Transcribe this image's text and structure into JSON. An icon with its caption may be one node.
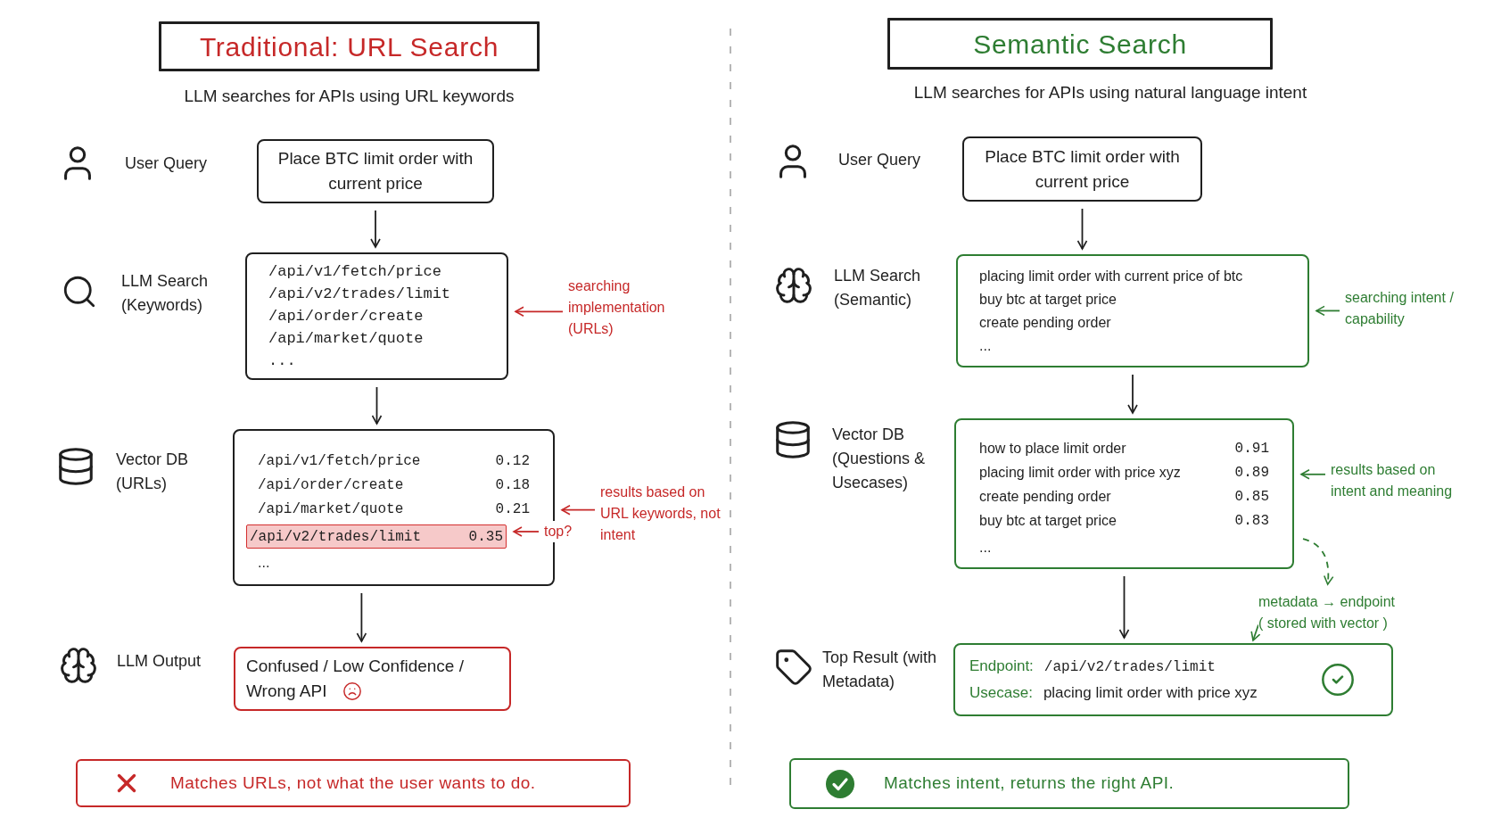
{
  "diagram": {
    "nodes": [
      {
        "text": [
          "Traditional: URL Search"
        ]
      },
      {
        "text": [
          "Place BTC limit order with current price"
        ],
        "beside": [
          "User Query"
        ]
      },
      {
        "text": [
          "/api/v1/fetch/price",
          "/api/v2/trades/limit",
          "/api/order/create",
          "/api/market/quote",
          "..."
        ],
        "beside": [
          "LLM Search (Keywords)"
        ]
      },
      {
        "text": [
          "/api/v1/fetch/price",
          "0.12",
          "/api/order/create",
          "0.18",
          "/api/market/quote",
          "0.21",
          "..."
        ],
        "beside": [
          "Vector DB (URLs)"
        ]
      },
      {
        "text": [
          "/api/v2/trades/limit",
          "0.35"
        ],
        "in": 3
      },
      {
        "text": [
          "Confused / Low Confidence / Wrong API"
        ],
        "beside": [
          "LLM Output"
        ]
      },
      {
        "text": [
          "Matches URLs, not what the user wants to do."
        ]
      },
      {
        "text": [
          "searching implementation (URLs)"
        ]
      },
      {
        "text": [
          "results based on URL keywords, not intent"
        ]
      },
      {
        "text": [
          "top?"
        ]
      },
      {
        "text": [
          "Semantic Search"
        ]
      },
      {
        "text": [
          "Place BTC limit order with current price"
        ],
        "beside": [
          "User Query"
        ]
      },
      {
        "text": [
          "placing limit order with current price of btc",
          "buy btc at target price",
          "create pending order",
          "..."
        ],
        "beside": [
          "LLM Search (Semantic)"
        ]
      },
      {
        "text": [
          "how to place limit order",
          "0.91",
          "placing limit order with price xyz",
          "0.89",
          "create pending order",
          "0.85",
          "buy btc at target price",
          "0.83",
          "..."
        ],
        "beside": [
          "Vector DB (Questions & Usecases)"
        ]
      },
      {
        "text": [
          "Endpoint:",
          "/api/v2/trades/limit",
          "Usecase:",
          "placing limit order with price xyz"
        ],
        "beside": [
          "Top Result (with Metadata)"
        ]
      },
      {
        "text": [
          "Matches intent, returns the right API."
        ]
      },
      {
        "text": [
          "searching intent / capability"
        ]
      },
      {
        "text": [
          "results based on intent and meaning"
        ]
      },
      {
        "text": [
          "metadata → endpoint",
          "( stored with vector )"
        ]
      }
    ],
    "edges": [
      {
        "from": 1,
        "to": 2,
        "arrow": "to"
      },
      {
        "from": 2,
        "to": 3,
        "arrow": "to"
      },
      {
        "from": 3,
        "to": 5,
        "arrow": "to"
      },
      {
        "from": 7,
        "to": 2,
        "arrow": "to",
        "color": "#c62828"
      },
      {
        "from": 8,
        "to": 3,
        "arrow": "to",
        "color": "#c62828"
      },
      {
        "from": 9,
        "to": 4,
        "arrow": "to",
        "color": "#c62828"
      },
      {
        "from": 11,
        "to": 12,
        "arrow": "to"
      },
      {
        "from": 12,
        "to": 13,
        "arrow": "to"
      },
      {
        "from": 13,
        "to": 14,
        "arrow": "to"
      },
      {
        "from": 16,
        "to": 12,
        "arrow": "to",
        "color": "#2e7d32"
      },
      {
        "from": 17,
        "to": 13,
        "arrow": "to",
        "color": "#2e7d32"
      },
      {
        "from": 13,
        "to": 18,
        "arrow": "to",
        "style": "dashed",
        "color": "#2e7d32"
      },
      {
        "from": 18,
        "to": 14,
        "arrow": "to",
        "color": "#2e7d32"
      }
    ],
    "labels": [
      "LLM searches for APIs using URL keywords",
      "LLM searches for APIs using natural language intent"
    ]
  }
}
